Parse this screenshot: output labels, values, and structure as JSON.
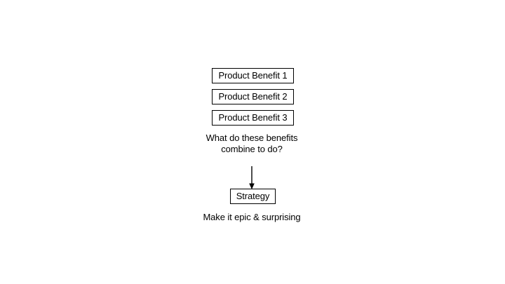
{
  "canvas": {
    "background_color": "#ffffff",
    "stroke_color": "#000000",
    "text_color": "#000000"
  },
  "diagram": {
    "benefits": [
      {
        "label": "Product Benefit 1"
      },
      {
        "label": "Product Benefit 2"
      },
      {
        "label": "Product Benefit 3"
      }
    ],
    "question": {
      "line1": "What do these benefits",
      "line2": "combine to do?"
    },
    "connector": {
      "icon": "down-arrow-icon",
      "direction": "down"
    },
    "strategy": {
      "label": "Strategy"
    },
    "note": {
      "text": "Make it epic & surprising"
    }
  }
}
